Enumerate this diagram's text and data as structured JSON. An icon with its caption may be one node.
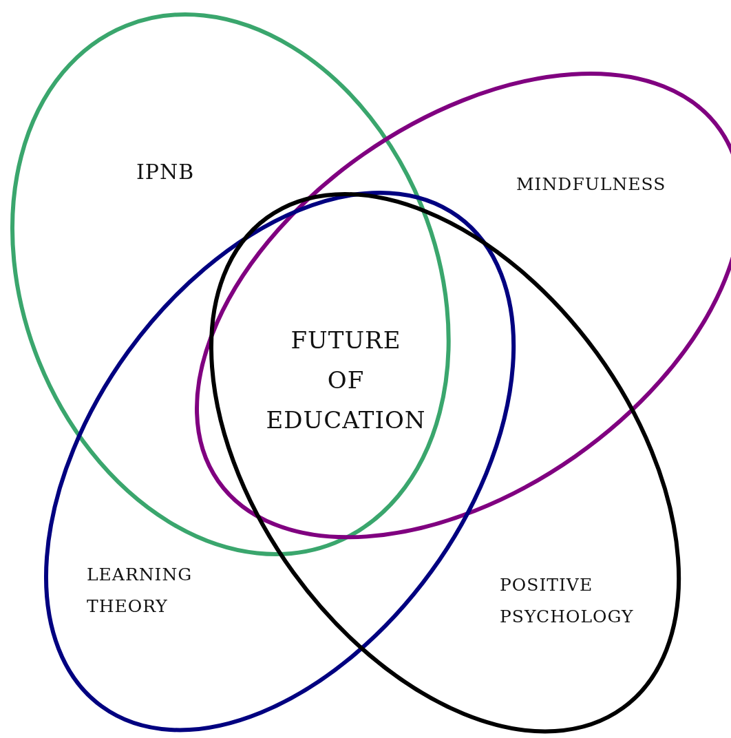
{
  "diagram": {
    "nodes": [
      {
        "text": [
          "IPNB"
        ]
      },
      {
        "text": [
          "MINDFULNESS"
        ]
      },
      {
        "text": [
          "LEARNING THEORY"
        ]
      },
      {
        "text": [
          "POSITIVE PSYCHOLOGY"
        ]
      }
    ],
    "edges": [],
    "labels": [
      "FUTURE OF EDUCATION"
    ]
  }
}
